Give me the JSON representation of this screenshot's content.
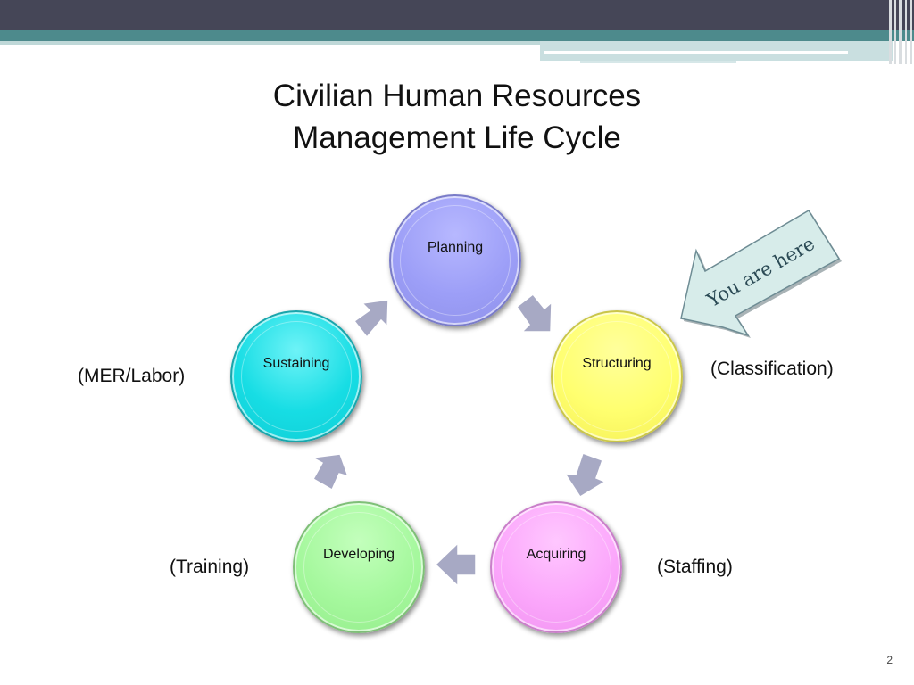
{
  "slide": {
    "title_line1": "Civilian Human Resources",
    "title_line2": "Management Life Cycle",
    "page_number": "2"
  },
  "cycle": {
    "planning": "Planning",
    "structuring": "Structuring",
    "acquiring": "Acquiring",
    "developing": "Developing",
    "sustaining": "Sustaining"
  },
  "annotations": {
    "mer_labor": "(MER/Labor)",
    "classification": "(Classification)",
    "training": "(Training)",
    "staffing": "(Staffing)"
  },
  "callout": {
    "text": "You are here"
  },
  "colors": {
    "header_dark": "#454657",
    "header_teal": "#4d8a8c",
    "planning": "#9c9ef7",
    "structuring": "#ffff6f",
    "acquiring": "#fba7fb",
    "developing": "#a5f89d",
    "sustaining": "#17dde4",
    "cycle_arrow": "#a7a9c4",
    "callout_fill": "#d7ecea"
  }
}
